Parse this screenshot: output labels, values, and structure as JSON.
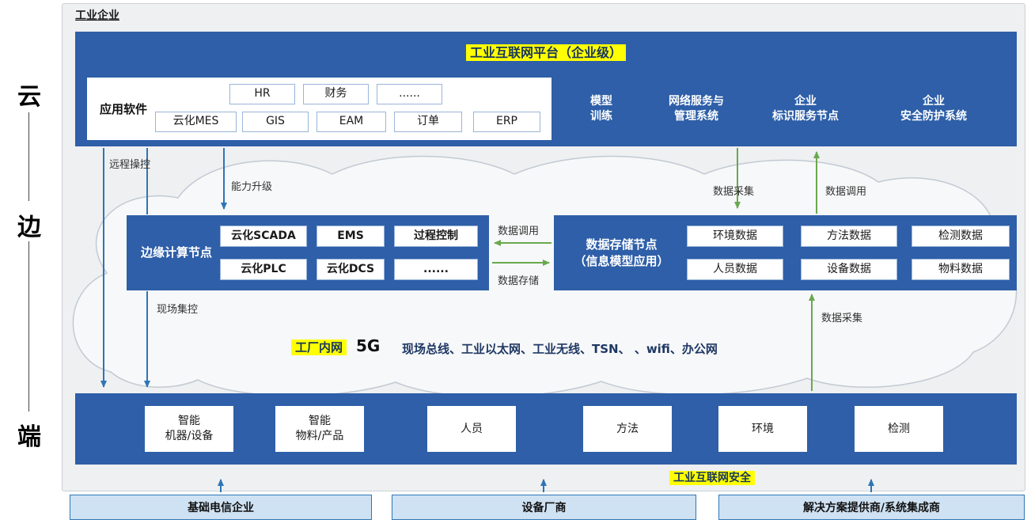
{
  "colors": {
    "box_blue": "#2e5fa8",
    "arrow_blue": "#2e75b6",
    "arrow_green": "#6aa84f",
    "highlight_yellow": "#ffff00",
    "vendor_fill": "#cfe2f3"
  },
  "axis": {
    "cloud": "云",
    "edge": "边",
    "end": "端"
  },
  "enterprise_label": "工业企业",
  "platform": {
    "title": "工业互联网平台（企业级）",
    "app_software": {
      "label": "应用软件",
      "row1": [
        "HR",
        "财务",
        "......"
      ],
      "row2": [
        "云化MES",
        "GIS",
        "EAM",
        "订单",
        "ERP"
      ]
    },
    "nodes": [
      "模型\n训练",
      "网络服务与\n管理系统",
      "企业\n标识服务节点",
      "企业\n安全防护系统"
    ]
  },
  "edge_node": {
    "label": "边缘计算节点",
    "row1": [
      "云化SCADA",
      "EMS",
      "过程控制"
    ],
    "row2": [
      "云化PLC",
      "云化DCS",
      "......"
    ]
  },
  "storage_node": {
    "label": "数据存储节点\n（信息模型应用）",
    "row1": [
      "环境数据",
      "方法数据",
      "检测数据"
    ],
    "row2": [
      "人员数据",
      "设备数据",
      "物料数据"
    ]
  },
  "arrows": {
    "remote_control": "远程操控",
    "capability_upgrade": "能力升级",
    "field_control": "现场集控",
    "data_collect_top": "数据采集",
    "data_call_top": "数据调用",
    "data_call_mid": "数据调用",
    "data_store_mid": "数据存储",
    "data_collect_bottom": "数据采集"
  },
  "intranet": {
    "tag": "工厂内网",
    "tech": "5G",
    "networks": "现场总线、工业以太网、工业无线、TSN、 、wifi、办公网"
  },
  "devices": [
    "智能\n机器/设备",
    "智能\n物料/产品",
    "人员",
    "方法",
    "环境",
    "检测"
  ],
  "security_label": "工业互联网安全",
  "vendors": [
    "基础电信企业",
    "设备厂商",
    "解决方案提供商/系统集成商"
  ]
}
